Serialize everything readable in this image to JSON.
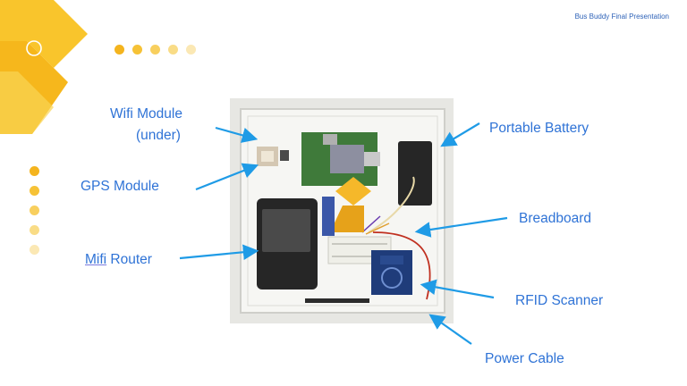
{
  "deck_title": "Bus Buddy Final Presentation",
  "labels": {
    "wifi_line1": "Wifi Module",
    "wifi_line2": "(under)",
    "gps": "GPS Module",
    "mifi_underlined": "Mifi",
    "mifi_rest": " Router",
    "battery": "Portable Battery",
    "breadboard": "Breadboard",
    "rfid": "RFID Scanner",
    "power": "Power Cable"
  },
  "colors": {
    "accent_yellow": "#f7c52b",
    "accent_yellow_dark": "#f2b31a",
    "label_blue": "#2f73d6",
    "arrow_blue": "#1f9be6",
    "title_blue": "#2f63b8"
  }
}
